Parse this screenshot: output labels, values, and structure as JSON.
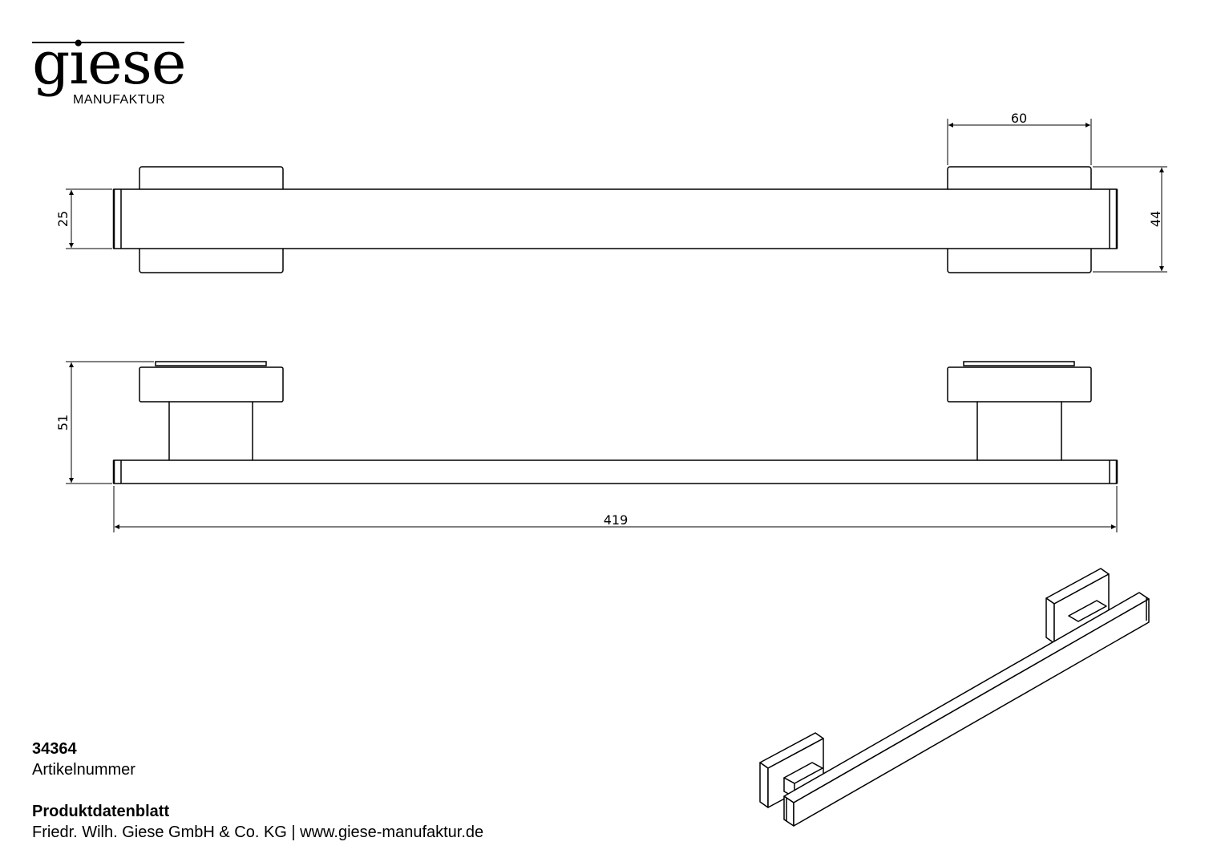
{
  "brand": {
    "name": "giese",
    "subtitle": "MANUFAKTUR"
  },
  "dimensions": {
    "mount_width": "60",
    "bar_height": "25",
    "mount_height": "44",
    "depth": "51",
    "total_length": "419"
  },
  "article": {
    "number": "34364",
    "label": "Artikelnummer"
  },
  "sheet": {
    "title": "Produktdatenblatt",
    "company": "Friedr. Wilh. Giese GmbH & Co. KG | www.giese-manufaktur.de"
  },
  "colors": {
    "line": "#000000",
    "background": "#ffffff"
  }
}
